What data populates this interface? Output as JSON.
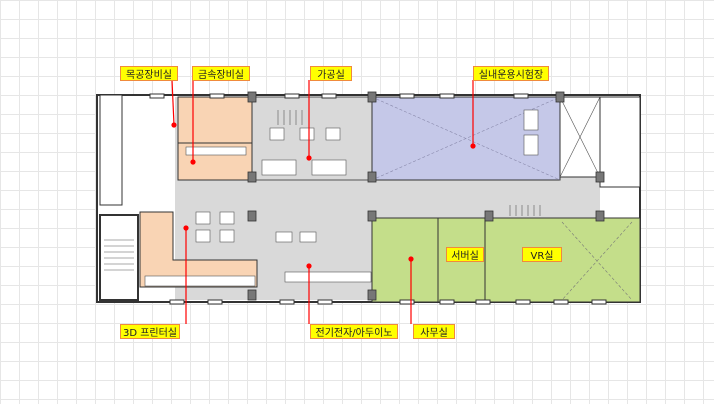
{
  "rooms": {
    "woodworking": "목공장비실",
    "metalworking": "금속장비실",
    "processing": "가공실",
    "indoor_test": "실내운용시험장",
    "printer_3d": "3D 프린터실",
    "electronics": "전기전자/아두이노",
    "office": "사무실",
    "server": "서버실",
    "vr": "VR실"
  },
  "colors": {
    "workshop": "#f9d4b4",
    "corridor": "#d9d9d9",
    "test_area": "#c5c8e8",
    "office_area": "#c4de8a",
    "label_bg": "#ffff00",
    "label_border": "#f08a3c",
    "pointer": "#ff0000"
  }
}
